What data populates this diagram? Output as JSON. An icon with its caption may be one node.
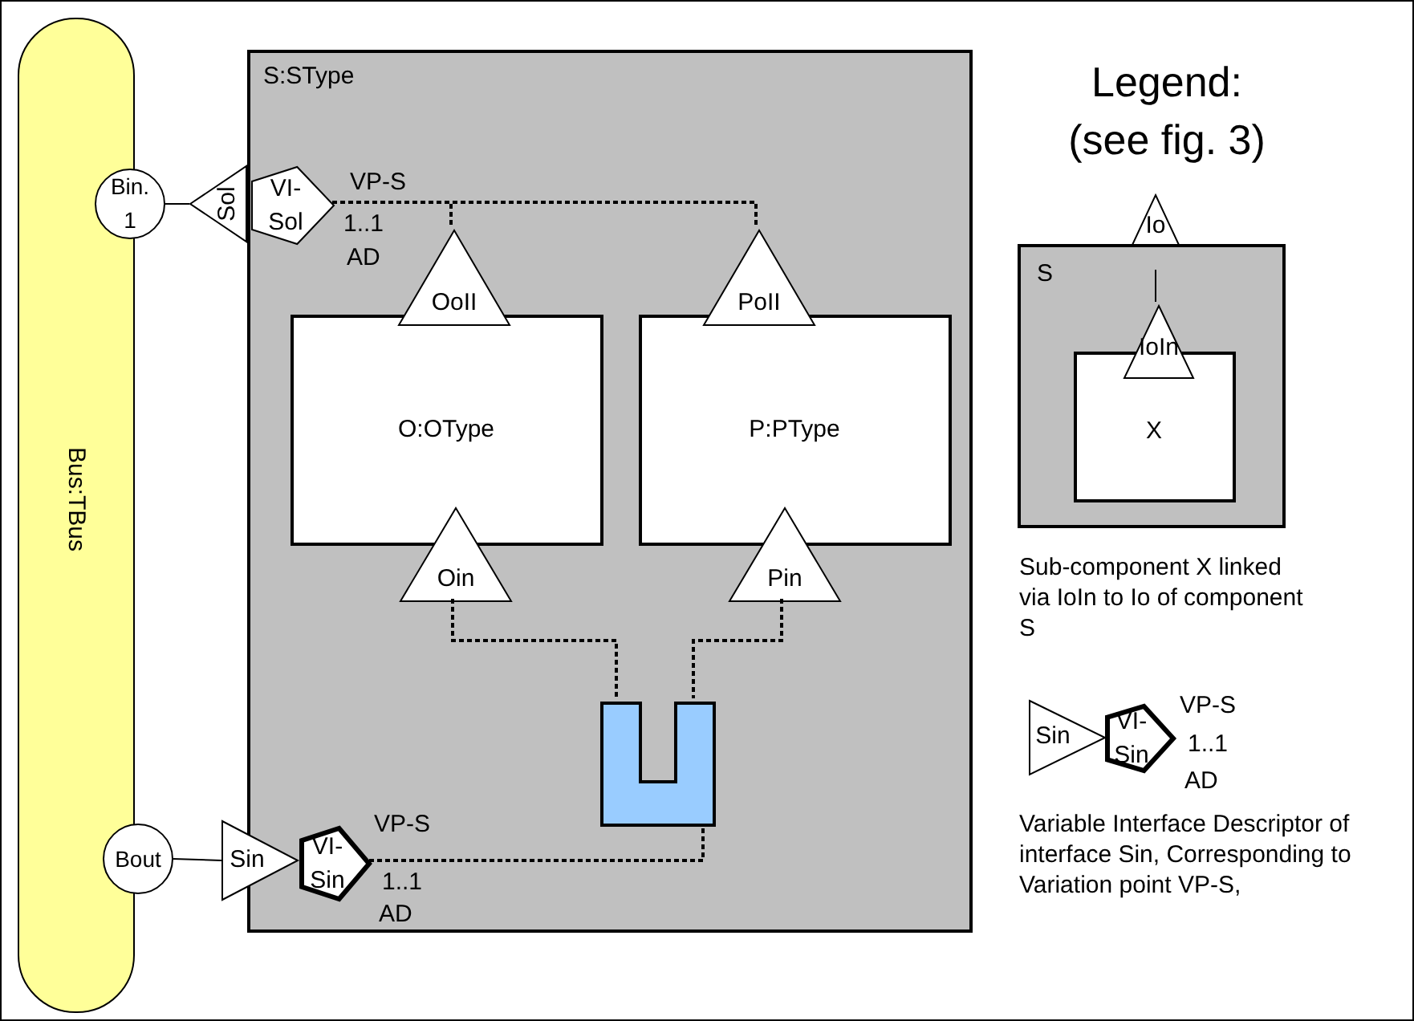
{
  "diagram": {
    "nodes": [
      {
        "text": [
          "Bus:TBus"
        ]
      },
      {
        "text": [
          "Bin. 1"
        ]
      },
      {
        "text": [
          "Bout"
        ]
      },
      {
        "text": [
          "S:SType"
        ]
      },
      {
        "text": [
          "Sol"
        ]
      },
      {
        "text": [
          "VI- Sol"
        ],
        "beside": [
          "VP-S",
          "1..1",
          "AD"
        ],
        "in": 3
      },
      {
        "text": [
          "O:OType"
        ],
        "in": 3
      },
      {
        "text": [
          "P:PType"
        ],
        "in": 3
      },
      {
        "text": [
          "OoII"
        ],
        "in": 3
      },
      {
        "text": [
          "PoII"
        ],
        "in": 3
      },
      {
        "text": [
          "Oin"
        ],
        "in": 3
      },
      {
        "text": [
          "Pin"
        ],
        "in": 3
      },
      {
        "text": [],
        "shape": "box",
        "in": 3
      },
      {
        "text": [
          "Sin"
        ]
      },
      {
        "text": [
          "VI- Sin"
        ],
        "beside": [
          "VP-S",
          "1..1",
          "AD"
        ],
        "in": 3
      },
      {
        "text": [
          "Io"
        ]
      },
      {
        "text": [
          "S"
        ]
      },
      {
        "text": [
          "X"
        ],
        "in": 16
      },
      {
        "text": [
          "IoIn"
        ],
        "in": 16
      },
      {
        "text": [
          "Sin"
        ]
      },
      {
        "text": [
          "VI- Sin"
        ],
        "beside": [
          "VP-S",
          "1..1",
          "AD"
        ]
      }
    ],
    "edges": [
      {
        "from": 1,
        "to": 4,
        "arrow": "none"
      },
      {
        "from": 2,
        "to": 13,
        "arrow": "none"
      },
      {
        "from": 5,
        "to": 8,
        "arrow": "none",
        "style": "dashed"
      },
      {
        "from": 5,
        "to": 9,
        "arrow": "none",
        "style": "dashed"
      },
      {
        "from": 10,
        "to": 12,
        "arrow": "none",
        "style": "dashed"
      },
      {
        "from": 11,
        "to": 12,
        "arrow": "none",
        "style": "dashed"
      },
      {
        "from": 14,
        "to": 12,
        "arrow": "none",
        "style": "dashed"
      },
      {
        "from": 15,
        "to": 18,
        "arrow": "none"
      }
    ],
    "labels": [
      "Legend:",
      "(see fig. 3)",
      "Sub-component X linked via IoIn to Io of component S",
      "Variable Interface Descriptor of interface Sin, Corresponding to Variation point VP-S,"
    ]
  }
}
